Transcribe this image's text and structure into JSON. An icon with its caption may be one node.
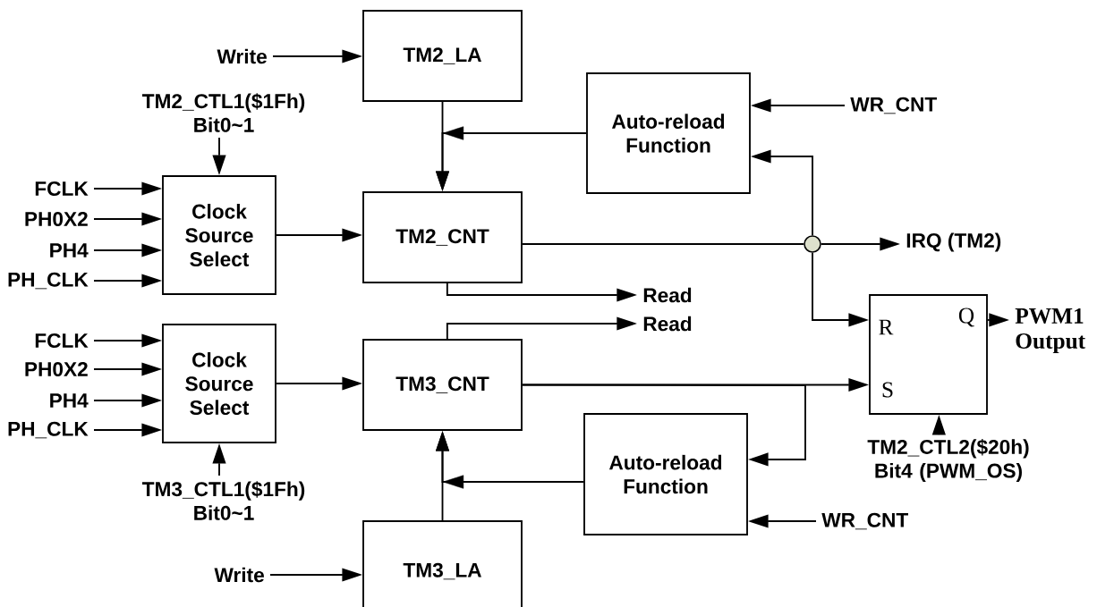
{
  "diagram": {
    "nodes": [
      {
        "text": [
          "TM2_LA"
        ]
      },
      {
        "text": [
          "Auto-reload Function"
        ]
      },
      {
        "text": [
          "Clock Source Select"
        ]
      },
      {
        "text": [
          "TM2_CNT"
        ]
      },
      {
        "text": [
          "Clock Source Select"
        ]
      },
      {
        "text": [
          "TM3_CNT"
        ]
      },
      {
        "text": [
          "Auto-reload Function"
        ]
      },
      {
        "text": [
          "TM3_LA"
        ]
      },
      {
        "text": [
          "R",
          "Q",
          "S"
        ]
      },
      {
        "text": [
          "Write"
        ]
      },
      {
        "text": [
          "TM2_CTL1($1Fh) Bit0~1"
        ]
      },
      {
        "text": [
          "FCLK"
        ]
      },
      {
        "text": [
          "PH0X2"
        ]
      },
      {
        "text": [
          "PH4"
        ]
      },
      {
        "text": [
          "PH_CLK"
        ]
      },
      {
        "text": [
          "WR_CNT"
        ]
      },
      {
        "text": [
          "IRQ (TM2)"
        ]
      },
      {
        "text": [
          "Read"
        ]
      },
      {
        "text": [
          "Read"
        ]
      },
      {
        "text": [
          "FCLK"
        ]
      },
      {
        "text": [
          "PH0X2"
        ]
      },
      {
        "text": [
          "PH4"
        ]
      },
      {
        "text": [
          "PH_CLK"
        ]
      },
      {
        "text": [
          "PWM1 Output"
        ]
      },
      {
        "text": [
          "TM3_CTL1($1Fh) Bit0~1"
        ]
      },
      {
        "text": [
          "TM2_CTL2($20h) Bit4 (PWM_OS)"
        ]
      },
      {
        "text": [
          "WR_CNT"
        ]
      },
      {
        "text": [
          "Write"
        ]
      },
      {
        "text": [],
        "shape": "circle"
      }
    ],
    "edges": [
      {
        "from": 9,
        "to": 0,
        "arrow": "to"
      },
      {
        "from": 0,
        "to": 3,
        "arrow": "to"
      },
      {
        "from": 1,
        "to": 3,
        "arrow": "to"
      },
      {
        "from": 15,
        "to": 1,
        "arrow": "to"
      },
      {
        "from": 10,
        "to": 2,
        "arrow": "to"
      },
      {
        "from": 11,
        "to": 2,
        "arrow": "to"
      },
      {
        "from": 12,
        "to": 2,
        "arrow": "to"
      },
      {
        "from": 13,
        "to": 2,
        "arrow": "to"
      },
      {
        "from": 14,
        "to": 2,
        "arrow": "to"
      },
      {
        "from": 2,
        "to": 3,
        "arrow": "to"
      },
      {
        "from": 3,
        "to": 28,
        "arrow": "none"
      },
      {
        "from": 28,
        "to": 16,
        "arrow": "to"
      },
      {
        "from": 28,
        "to": 1,
        "arrow": "to"
      },
      {
        "from": 28,
        "to": 8,
        "arrow": "to"
      },
      {
        "from": 3,
        "to": 17,
        "arrow": "to"
      },
      {
        "from": 5,
        "to": 18,
        "arrow": "to"
      },
      {
        "from": 19,
        "to": 4,
        "arrow": "to"
      },
      {
        "from": 20,
        "to": 4,
        "arrow": "to"
      },
      {
        "from": 21,
        "to": 4,
        "arrow": "to"
      },
      {
        "from": 22,
        "to": 4,
        "arrow": "to"
      },
      {
        "from": 24,
        "to": 4,
        "arrow": "to"
      },
      {
        "from": 4,
        "to": 5,
        "arrow": "to"
      },
      {
        "from": 5,
        "to": 8,
        "arrow": "to"
      },
      {
        "from": 5,
        "to": 6,
        "arrow": "to"
      },
      {
        "from": 6,
        "to": 5,
        "arrow": "to"
      },
      {
        "from": 7,
        "to": 5,
        "arrow": "to"
      },
      {
        "from": 26,
        "to": 6,
        "arrow": "to"
      },
      {
        "from": 27,
        "to": 7,
        "arrow": "to"
      },
      {
        "from": 8,
        "to": 23,
        "arrow": "to"
      },
      {
        "from": 25,
        "to": 8,
        "arrow": "to"
      }
    ]
  }
}
